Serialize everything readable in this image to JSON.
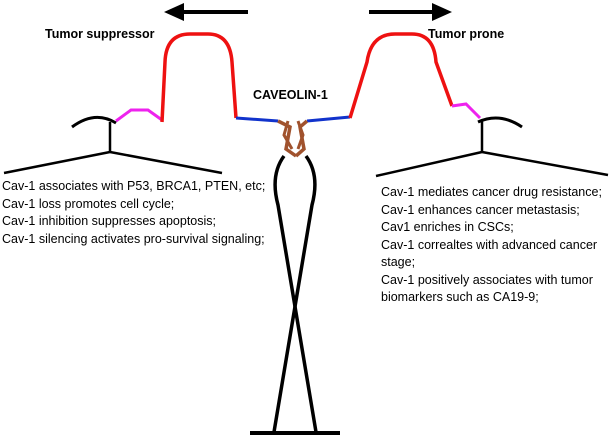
{
  "labels": {
    "left_title": "Tumor suppressor",
    "right_title": "Tumor prone",
    "center_title": "CAVEOLIN-1"
  },
  "left_list": [
    "Cav-1 associates with P53, BRCA1, PTEN, etc;",
    "Cav-1 loss promotes cell cycle;",
    "Cav-1 inhibition suppresses apoptosis;",
    "Cav-1 silencing activates pro-survival signaling;"
  ],
  "right_list": [
    "Cav-1 mediates cancer drug resistance;",
    "Cav-1 enhances cancer metastasis;",
    "Cav1 enriches in CSCs;",
    "Cav-1 correaltes with advanced cancer stage;",
    "Cav-1 positively associates with tumor biomarkers such as CA19-9;"
  ],
  "colors": {
    "loop": "#ee1111",
    "linker_pink": "#ee22ee",
    "linker_blue": "#1133cc",
    "membrane_helix": "#a0522d",
    "stem": "#000000"
  },
  "icons": {
    "left_arrow": "arrow-left-icon",
    "right_arrow": "arrow-right-icon"
  }
}
